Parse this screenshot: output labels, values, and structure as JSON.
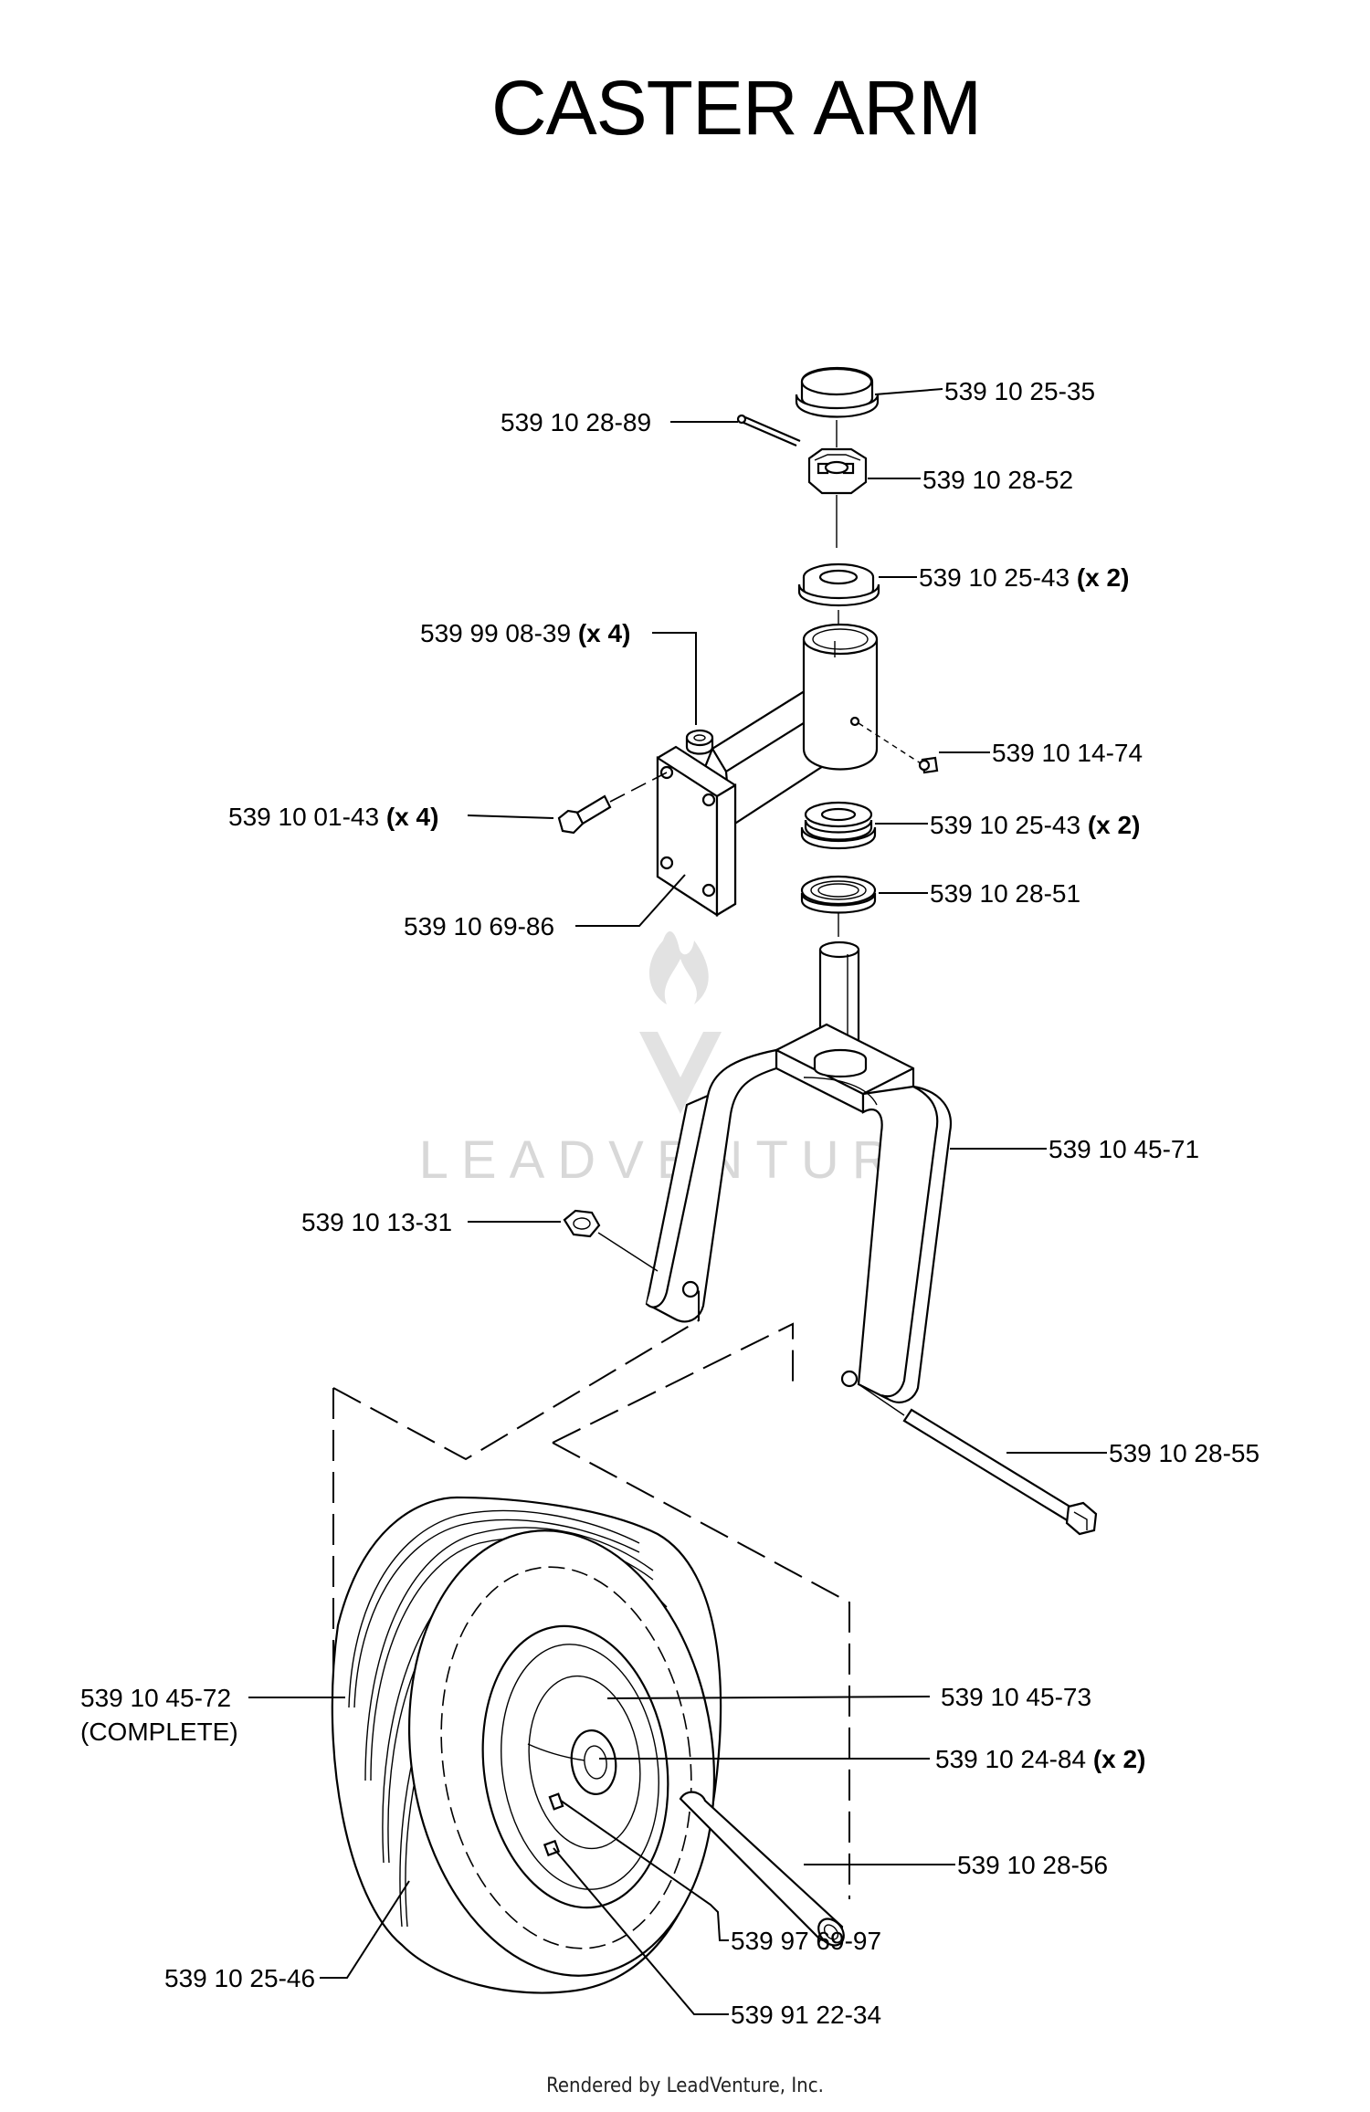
{
  "title": "CASTER ARM",
  "watermark": "LEADVENTURE",
  "footer": "Rendered by LeadVenture, Inc.",
  "callouts": {
    "dust_cap": {
      "num": "539 10 25-35",
      "qty": ""
    },
    "cotter_pin": {
      "num": "539 10 28-89",
      "qty": ""
    },
    "castle_nut": {
      "num": "539 10 28-52",
      "qty": ""
    },
    "bearing_top": {
      "num": "539 10 25-43",
      "qty": "(x 2)"
    },
    "mount_nut": {
      "num": "539 99 08-39",
      "qty": "(x 4)"
    },
    "grease_fitting": {
      "num": "539 10 14-74",
      "qty": ""
    },
    "mount_bolt": {
      "num": "539 10 01-43",
      "qty": "(x 4)"
    },
    "bearing_bottom": {
      "num": "539 10 25-43",
      "qty": "(x 2)"
    },
    "seal": {
      "num": "539 10 28-51",
      "qty": ""
    },
    "arm_weldment": {
      "num": "539 10 69-86",
      "qty": ""
    },
    "fork": {
      "num": "539 10 45-71",
      "qty": ""
    },
    "axle_nut": {
      "num": "539 10 13-31",
      "qty": ""
    },
    "axle_bolt": {
      "num": "539 10 28-55",
      "qty": ""
    },
    "wheel_complete": {
      "num": "539 10 45-72",
      "note": "(COMPLETE)"
    },
    "rim": {
      "num": "539 10 45-73",
      "qty": ""
    },
    "wheel_bearing": {
      "num": "539 10 24-84",
      "qty": "(x 2)"
    },
    "spacer_tube": {
      "num": "539 10 28-56",
      "qty": ""
    },
    "valve_stem": {
      "num": "539 97 69-97",
      "qty": ""
    },
    "grease_zerk": {
      "num": "539 91 22-34",
      "qty": ""
    },
    "tire": {
      "num": "539 10 25-46",
      "qty": ""
    }
  }
}
